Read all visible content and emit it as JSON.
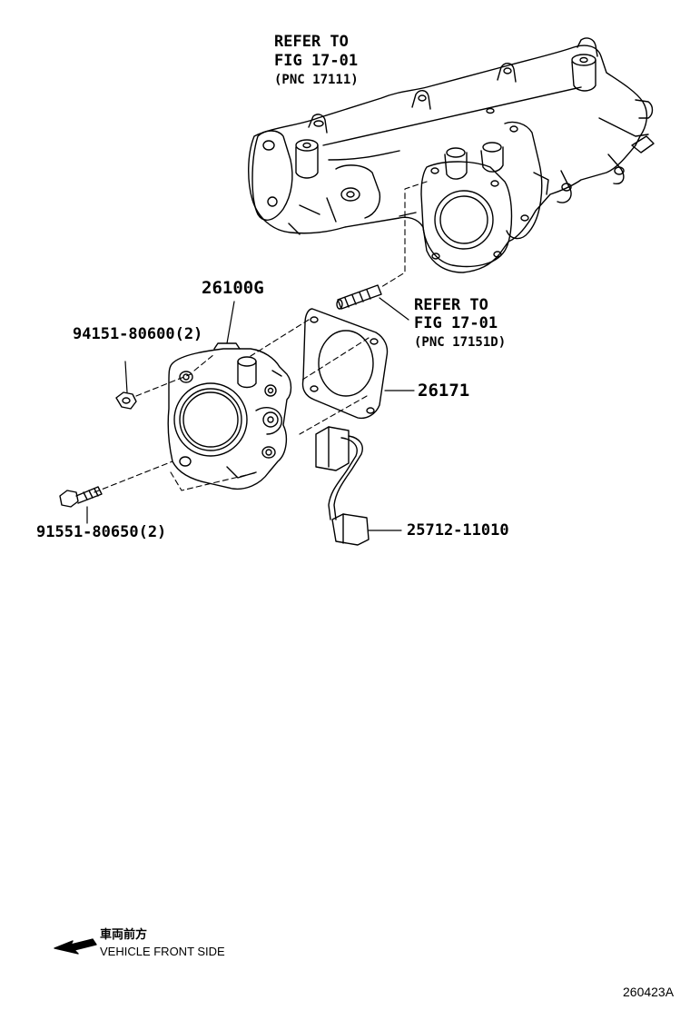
{
  "refs": {
    "manifold": {
      "line1": "REFER TO",
      "line2": "FIG 17-01",
      "line3": "(PNC 17111)"
    },
    "stud": {
      "line1": "REFER TO",
      "line2": "FIG 17-01",
      "line3": "(PNC 17151D)"
    }
  },
  "parts": {
    "throttle_body": "26100G",
    "nut": "94151-80600(2)",
    "bolt": "91551-80650(2)",
    "gasket": "26171",
    "harness": "25712-11010"
  },
  "legend": {
    "jp": "車両前方",
    "en": "VEHICLE FRONT SIDE"
  },
  "figure_id": "260423A"
}
